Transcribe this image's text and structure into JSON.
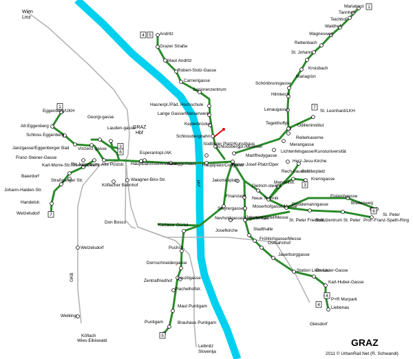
{
  "title": "GRAZ",
  "credit": "2011 © UrbanRail.Net (R. Schwandl)",
  "river_label": "Mur",
  "colors": {
    "line": "#2a8a2a",
    "river": "#00d0f0",
    "rail": "#b4b4b4",
    "schlossberg": "#e00000"
  },
  "rail_labels": {
    "wien_linz": "Wien\nLinz",
    "gkb": "GKB",
    "koflach": "Köflach\nWies-Eibiswald",
    "leibnitz": "Leibnitz\nSlovenija",
    "graz_hbf": "GRAZ\nHbf",
    "don_bosco": "Don Bosco",
    "gleisdorf": "Gleisdorf"
  },
  "badges": [
    "1",
    "4",
    "5",
    "7",
    "1",
    "7",
    "3",
    "6",
    "3",
    "4",
    "6",
    "5",
    "4"
  ],
  "stations": [
    "Mariatrost",
    "Tannhof",
    "Teichhof",
    "Waldhof",
    "Wagnesweg",
    "Rettenbach",
    "St. Johann",
    "Kroisbach",
    "Mariagrün",
    "Schönbrunngasse",
    "Hilmteich",
    "Lenaugasse",
    "St. Leonhard/LKH",
    "Odilieninstitut",
    "Tegetthoffpl.",
    "Reiterkaserne",
    "Merangasse",
    "Lichtenfelsgasse/Kunstuniversität",
    "Herz-Jesu-Kirche",
    "Schillerplatz",
    "Rech-bauerstr.",
    "Krenngasse",
    "Mandellstr.",
    "Andritz",
    "Grazer Straße",
    "Maut Andritz",
    "Robert-Stolz-Gasse",
    "Carnerigasse",
    "Seniorenzentrum",
    "Hasnerpl./Päd. Hochschule",
    "Lange Gasse/Wasserwerk",
    "Keplerbrücke",
    "Schlossbergbahn",
    "Schlossbergpl./Murinsel",
    "Mariffredygasse",
    "Südtiroler Platz/Kunsthaus",
    "Hauptplatz/Congress",
    "Kaiser-Josef-Platz/Oper",
    "Jakominiplatz",
    "Dietrich-steinpl.",
    "Finanzamt",
    "Neue Technik",
    "Plüddemanngasse",
    "Eisteichgasse",
    "Breitenweg",
    "St. Peter",
    "Prof.-Franz-Spath-Ring",
    "Moserhofgasse/Messe",
    "St. Peter Friedhof",
    "Schulzentrum St. Peter",
    "Steyrergasse",
    "Jakominigürtel/Messe",
    "Stadthalle",
    "Fröhlichgasse/Messe",
    "Ostbahnhof",
    "Jauerburggasse",
    "Station Liebenau",
    "Dr.-Lister-Gasse",
    "Karl-Huber-Gasse",
    "P+R Murpark",
    "Liebenau",
    "Eggenberg/UKH",
    "Alt-Eggenberg",
    "Schloss Eggenberg",
    "Janzgasse/Eggenberger Bad",
    "Vinzenz-gasse",
    "Georgi-gasse",
    "Lauden-gasse",
    "Franz-Steiner-Gasse",
    "Karl-Morre-Str./Gemeindeamt",
    "Baierdorf",
    "Straßganger Str.",
    "Johann-Haiden-Str.",
    "Handelstr.",
    "Wetzelsdorf",
    "FH Joanneum",
    "Alte Poststr.",
    "Esperantopl./AK",
    "Hauptbahnhof/Annenstr.",
    "Roseggerhaus",
    "Köflacher Bahnhof",
    "Waagner-Biro-Str.",
    "Nevholdgasse/Augartenbad",
    "Karlauer Gürtel",
    "Josefkirche",
    "Puchstr.",
    "Dornschneidergasse",
    "Zentralfriedhof",
    "Lauzilgasse",
    "Plachelhofstr.",
    "Maut Puntigam",
    "Brauhaus Puntigam",
    "Puntigam",
    "Wetzelsdorf",
    "Webling"
  ]
}
